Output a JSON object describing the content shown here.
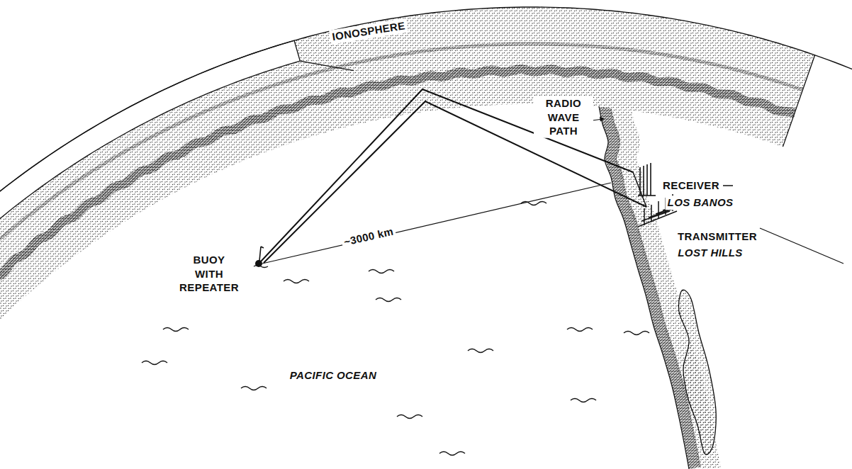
{
  "diagram": {
    "labels": [
      "IONOSPHERE",
      "RADIO WAVE PATH",
      "BUOY WITH REPEATER",
      "~3000 km",
      "RECEIVER",
      "LOS BANOS",
      "TRANSMITTER",
      "LOST HILLS",
      "PACIFIC OCEAN"
    ]
  }
}
